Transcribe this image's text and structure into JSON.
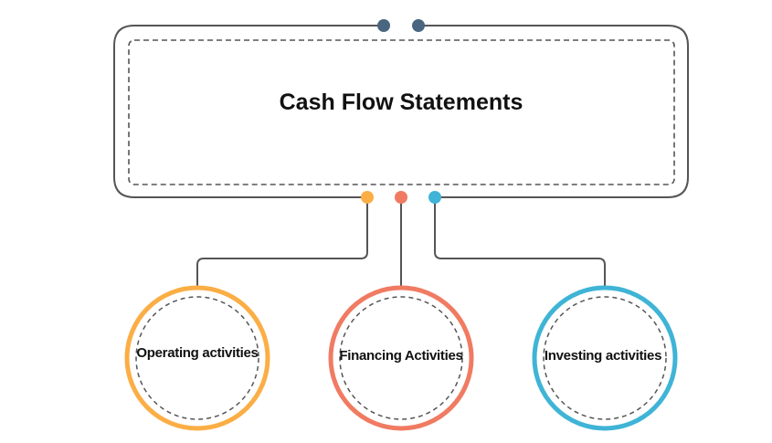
{
  "title": "Cash Flow Statements",
  "nodes": [
    {
      "label": "Operating activities",
      "color": "#FBAE45"
    },
    {
      "label": "Financing Activities",
      "color": "#F07B62"
    },
    {
      "label": "Investing activities",
      "color": "#3FB4D6"
    }
  ],
  "colors": {
    "line": "#555555",
    "top_dots": "#4A6580"
  }
}
